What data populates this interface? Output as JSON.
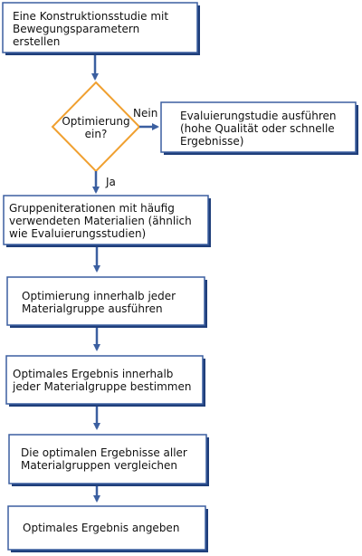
{
  "colors": {
    "box_border": "#3b5fa0",
    "box_shadow": "#1f3e7a",
    "arrow": "#3b5fa0",
    "decision_border": "#f0a030",
    "text": "#111111"
  },
  "steps": {
    "create_study": "Eine Konstruktionsstudie mit\nBewegungsparametern\nerstellen",
    "decision": "Optimierung\nein?",
    "no_label": "Nein",
    "yes_label": "Ja",
    "evaluation": "Evaluierungstudie ausführen\n(hohe Qualität oder schnelle\nErgebnisse)",
    "group_iterations": "Gruppeniterationen mit häufig\nverwendeten Materialien (ähnlich\nwie Evaluierungsstudien)",
    "run_optimization": "Optimierung innerhalb jeder\nMaterialgruppe ausführen",
    "determine_optimal": "Optimales Ergebnis innerhalb\njeder Materialgruppe bestimmen",
    "compare_results": "Die optimalen Ergebnisse aller\nMaterialgruppen vergleichen",
    "report_optimal": "Optimales Ergebnis angeben"
  }
}
